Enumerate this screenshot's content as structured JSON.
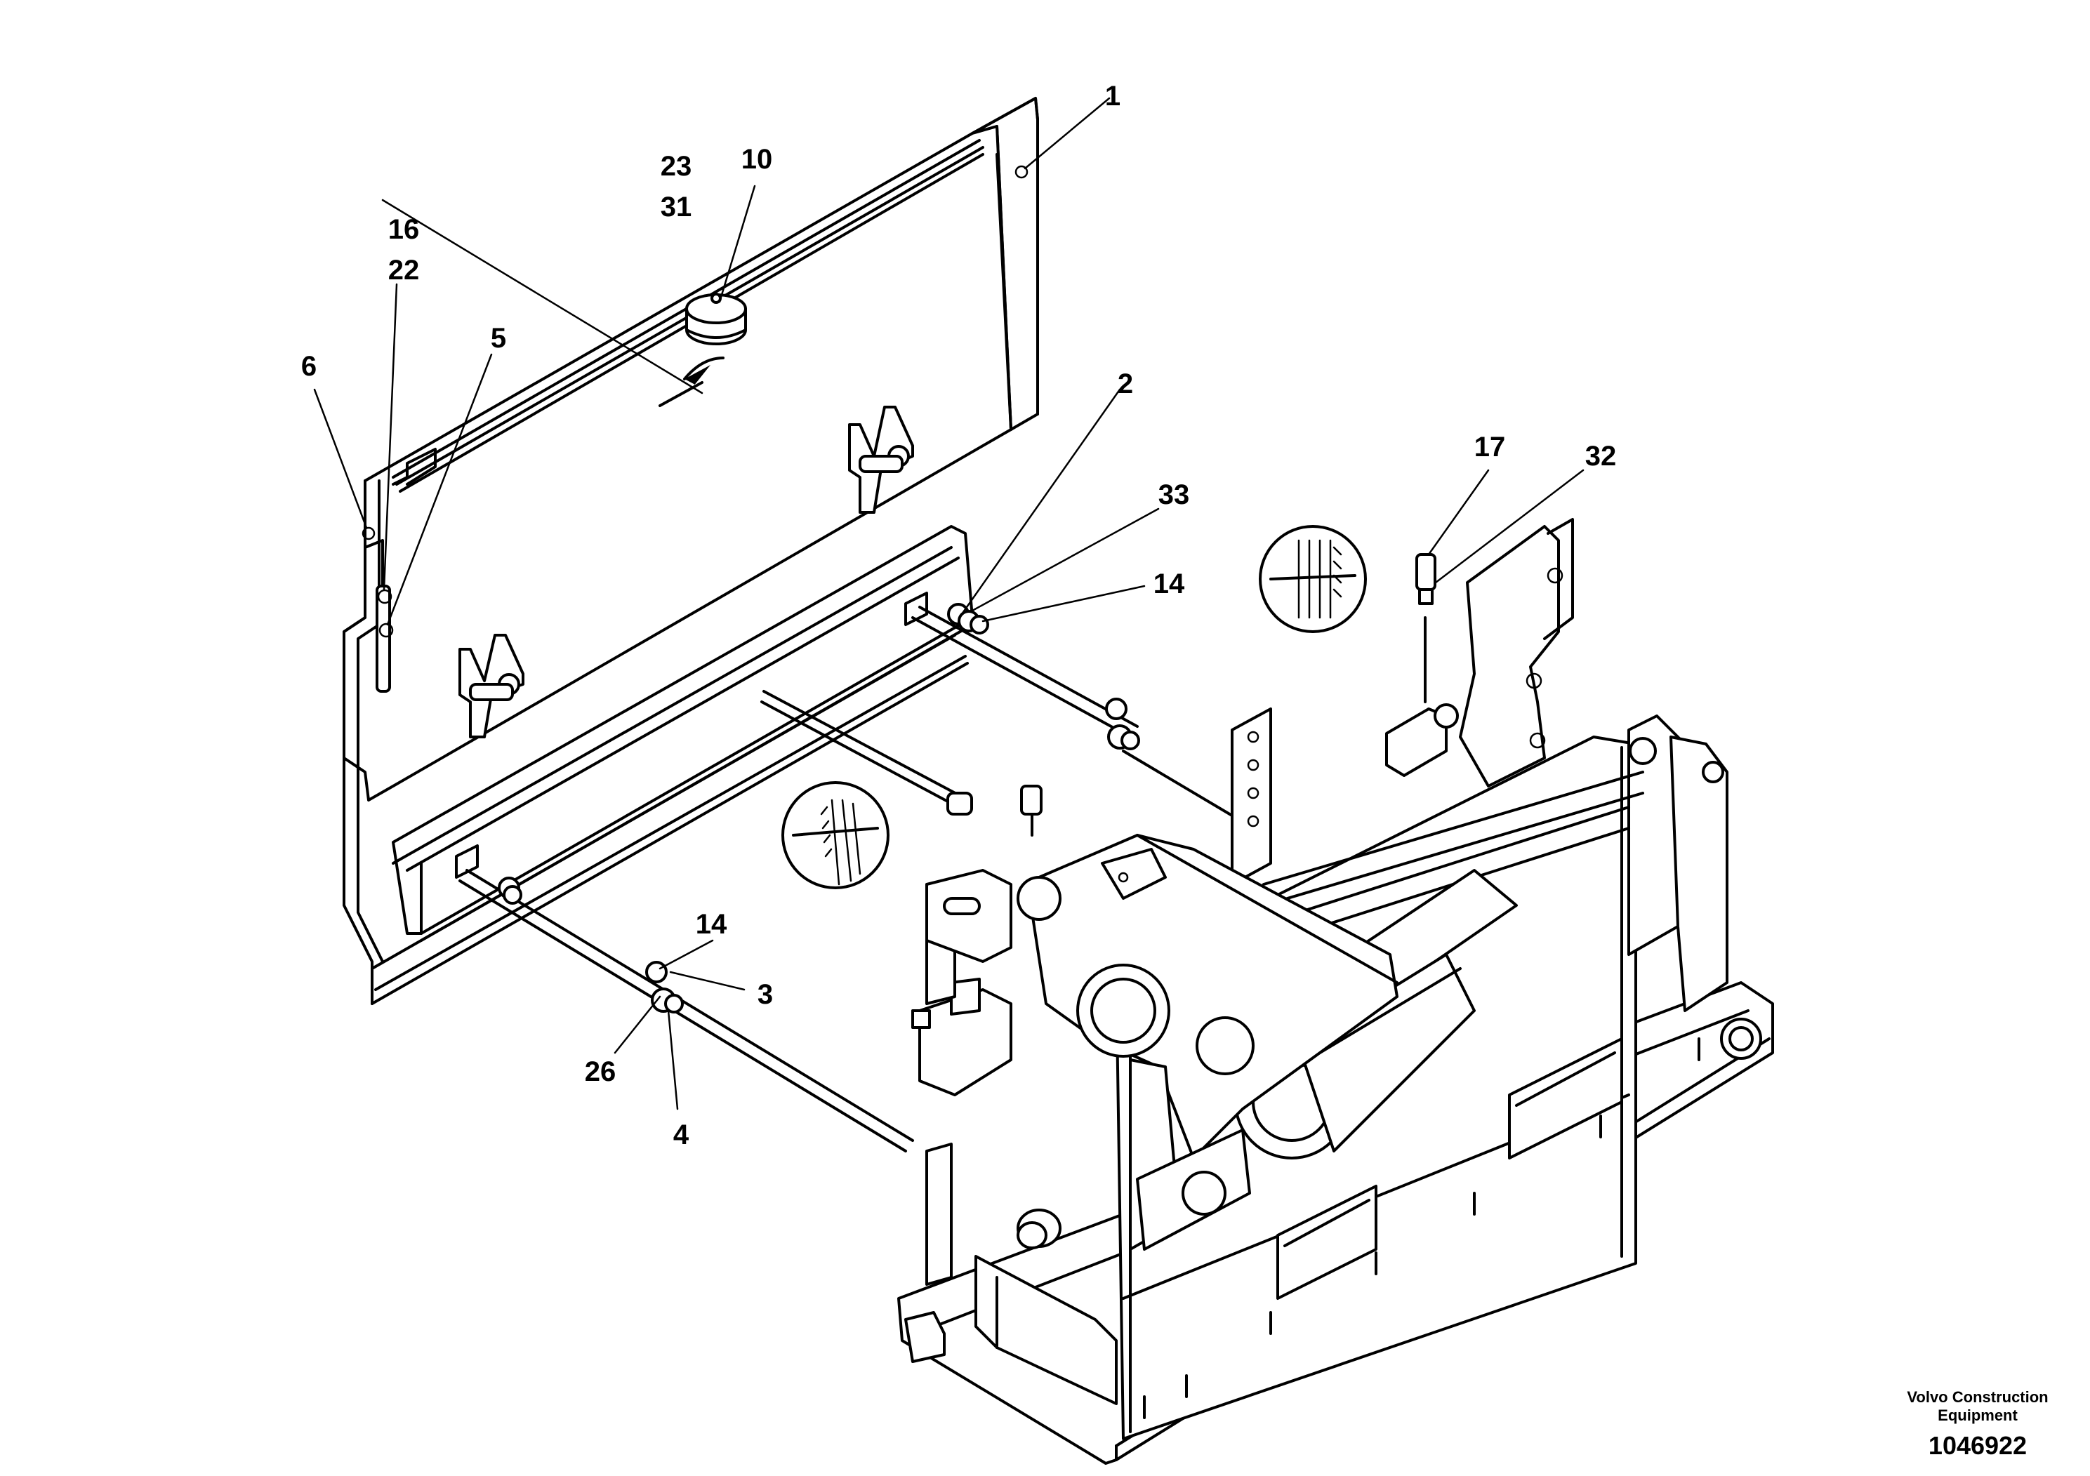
{
  "callouts": [
    {
      "id": "c1",
      "text": "1"
    },
    {
      "id": "c2",
      "text": "2"
    },
    {
      "id": "c3",
      "text": "3"
    },
    {
      "id": "c4",
      "text": "4"
    },
    {
      "id": "c5",
      "text": "5"
    },
    {
      "id": "c6",
      "text": "6"
    },
    {
      "id": "c10",
      "text": "10"
    },
    {
      "id": "c14a",
      "text": "14"
    },
    {
      "id": "c14b",
      "text": "14"
    },
    {
      "id": "c16",
      "text": "16"
    },
    {
      "id": "c17",
      "text": "17"
    },
    {
      "id": "c22",
      "text": "22"
    },
    {
      "id": "c23",
      "text": "23"
    },
    {
      "id": "c26",
      "text": "26"
    },
    {
      "id": "c31",
      "text": "31"
    },
    {
      "id": "c32",
      "text": "32"
    },
    {
      "id": "c33",
      "text": "33"
    }
  ],
  "branding": {
    "company_line1": "Volvo Construction",
    "company_line2": "Equipment",
    "drawing_number": "1046922"
  }
}
